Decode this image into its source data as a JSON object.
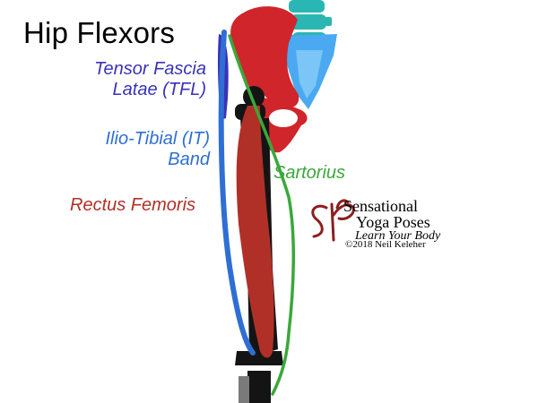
{
  "title": "Hip Flexors",
  "labels": {
    "tfl_line1": "Tensor Fascia",
    "tfl_line2": "Latae (TFL)",
    "it_line1": "Ilio-Tibial (IT)",
    "it_line2": "Band",
    "rectus": "Rectus Femoris",
    "sartorius": "Sartorius"
  },
  "logo": {
    "name_line1": "Sensational",
    "name_line2": "Yoga Poses",
    "tagline": "Learn Your Body",
    "copyright": "©2018 Neil Keleher"
  },
  "colors": {
    "tfl": "#3a32b8",
    "it_band": "#2f6fd4",
    "rectus": "#b03028",
    "sartorius": "#3aa83a",
    "bone_red": "#d0252a",
    "femur": "#141414",
    "spine": "#2ab7b3",
    "sacrum": "#4aa9f0",
    "logo_mark": "#8c1f1f"
  }
}
